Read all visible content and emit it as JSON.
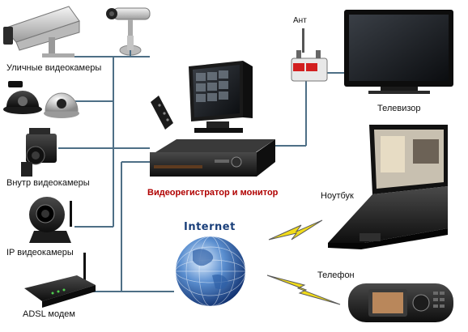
{
  "labels": {
    "street_cameras": "Уличные видеокамеры",
    "indoor_cameras": "Внутр видеокамеры",
    "ip_cameras": "IP видеокамеры",
    "adsl_modem": "ADSL модем",
    "dvr_monitor": "Видеорегистратор и монитор",
    "internet": "Internet",
    "antenna": "Ант",
    "tv": "Телевизор",
    "laptop": "Ноутбук",
    "phone": "Телефон"
  },
  "colors": {
    "line": "#4e6f86",
    "dvr_label": "#b00000",
    "internet_label": "#1a3f7a",
    "lightning": "#f2dc1a"
  }
}
